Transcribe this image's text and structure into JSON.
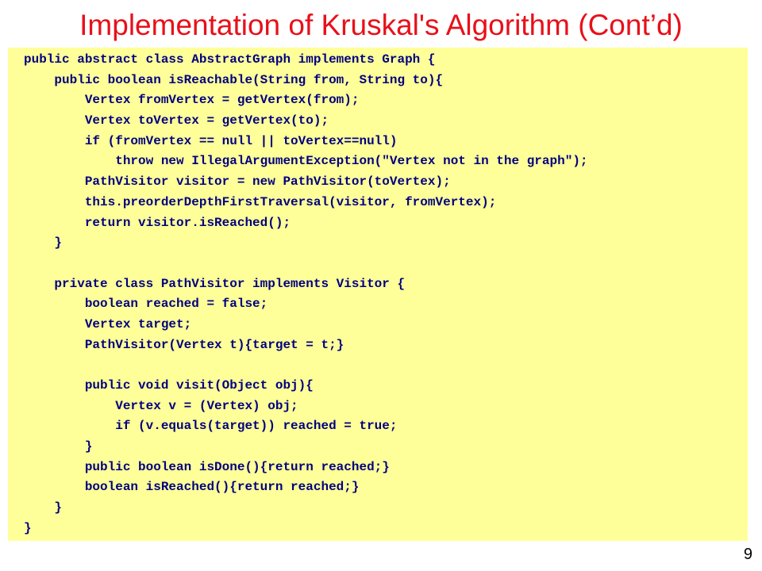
{
  "slide": {
    "title": "Implementation of Kruskal's Algorithm (Cont’d)",
    "page_number": "9",
    "code_lines": [
      "public abstract class AbstractGraph implements Graph {",
      "    public boolean isReachable(String from, String to){",
      "        Vertex fromVertex = getVertex(from);",
      "        Vertex toVertex = getVertex(to);",
      "        if (fromVertex == null || toVertex==null)",
      "            throw new IllegalArgumentException(\"Vertex not in the graph\");",
      "        PathVisitor visitor = new PathVisitor(toVertex);",
      "        this.preorderDepthFirstTraversal(visitor, fromVertex);",
      "        return visitor.isReached();",
      "    }",
      "",
      "    private class PathVisitor implements Visitor {",
      "        boolean reached = false;",
      "        Vertex target;",
      "        PathVisitor(Vertex t){target = t;}",
      "",
      "        public void visit(Object obj){",
      "            Vertex v = (Vertex) obj;",
      "            if (v.equals(target)) reached = true;",
      "        }",
      "        public boolean isDone(){return reached;}",
      "        boolean isReached(){return reached;}",
      "    }",
      "}"
    ]
  },
  "colors": {
    "title": "#e8101a",
    "code_background": "#ffff99",
    "code_text": "#000080",
    "page_number": "#000000"
  }
}
